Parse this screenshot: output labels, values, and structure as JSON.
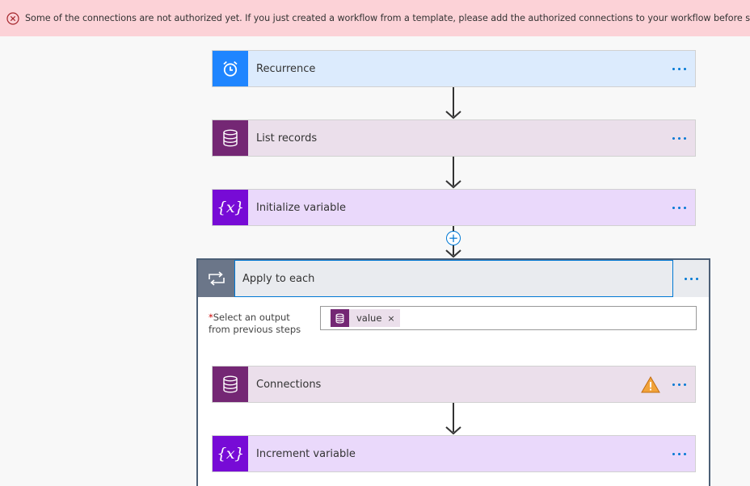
{
  "banner": {
    "message": "Some of the connections are not authorized yet. If you just created a workflow from a template, please add the authorized connections to your workflow before saving.",
    "icon": "error-circle-icon",
    "color": "#fcd2d7"
  },
  "steps": {
    "recurrence": {
      "title": "Recurrence",
      "icon": "alarm-clock-icon"
    },
    "list_records": {
      "title": "List records",
      "icon": "database-icon"
    },
    "initialize_variable": {
      "title": "Initialize variable",
      "icon": "variable-icon",
      "glyph": "{x}"
    }
  },
  "apply_each": {
    "title": "Apply to each",
    "icon": "loop-icon",
    "field_required_mark": "*",
    "field_label_line1": "Select an output",
    "field_label_line2": "from previous steps",
    "token_label": "value",
    "token_remove": "×",
    "connections": {
      "title": "Connections",
      "icon": "database-icon",
      "status_icon": "warning-icon"
    },
    "increment_variable": {
      "title": "Increment variable",
      "icon": "variable-icon",
      "glyph": "{x}"
    }
  },
  "insert_step_symbol": "+",
  "colors": {
    "accent": "#0078d4",
    "recurrence": "#1f85ff",
    "dataverse": "#742774",
    "variable": "#770bd6",
    "control": "#6b7689",
    "warning": "#f2a33a"
  }
}
